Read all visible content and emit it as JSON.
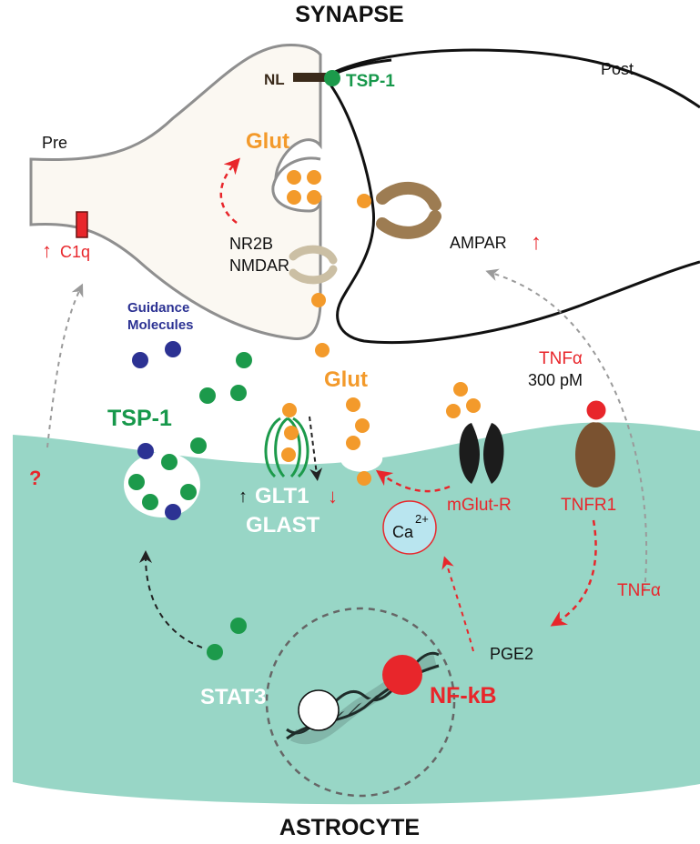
{
  "labels": {
    "title_top": "SYNAPSE",
    "title_bottom": "ASTROCYTE",
    "pre": "Pre",
    "post": "Post",
    "nl": "NL",
    "tsp1_top": "TSP-1",
    "glut_top": "Glut",
    "nr2b": "NR2B",
    "nmdar": "NMDAR",
    "ampar": "AMPAR",
    "up_arrow": "↑",
    "down_arrow": "↓",
    "c1q": "C1q",
    "guidance_1": "Guidance",
    "guidance_2": "Molecules",
    "glut_mid": "Glut",
    "tnfa_top": "TNFα",
    "tnfa_conc": "300 pM",
    "tsp1_astro": "TSP-1",
    "question": "?",
    "glt1": "GLT1",
    "glast": "GLAST",
    "mglutr": "mGlut-R",
    "tnfr1": "TNFR1",
    "ca": "Ca",
    "ca_sup": "2+",
    "tnfa_side": "TNFα",
    "pge2": "PGE2",
    "stat3": "STAT3",
    "nfkb": "NF-kB"
  },
  "colors": {
    "astrocyte_fill": "#98d6c6",
    "presynaptic_fill": "#fbf8f2",
    "glutamate": "#f39a2b",
    "tsp1": "#1c9a4b",
    "guidance": "#2c3293",
    "red": "#e8262b",
    "ampar": "#9d7c52",
    "nmdar": "#cbbfa4",
    "mglur": "#1c1c1c",
    "tnfr1": "#7a5230"
  }
}
